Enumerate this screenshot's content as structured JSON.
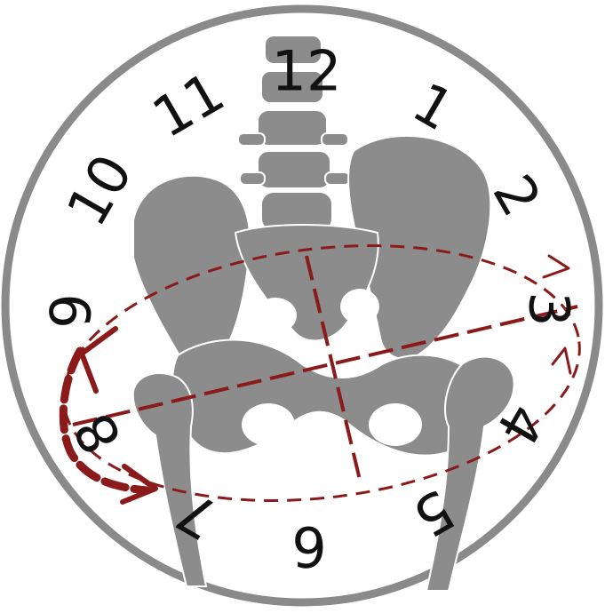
{
  "clock_numbers": [
    {
      "id": "12",
      "label": "12"
    },
    {
      "id": "1",
      "label": "1"
    },
    {
      "id": "2",
      "label": "2"
    },
    {
      "id": "3",
      "label": "3"
    },
    {
      "id": "4",
      "label": "4"
    },
    {
      "id": "5",
      "label": "5"
    },
    {
      "id": "6",
      "label": "6"
    },
    {
      "id": "7",
      "label": "7"
    },
    {
      "id": "8",
      "label": "8"
    },
    {
      "id": "9",
      "label": "9"
    },
    {
      "id": "10",
      "label": "10"
    },
    {
      "id": "11",
      "label": "11"
    }
  ],
  "colors": {
    "bone": "#8c8c8c",
    "bone_outline": "#ffffff",
    "ring": "#8a8a8a",
    "arrow": "#8b1a1a",
    "text": "#111111"
  },
  "icons": {
    "clock_face": "clock-face-icon",
    "pelvis": "pelvis-skeleton-icon",
    "rotation_arrow": "counterclockwise-arrow-icon"
  }
}
